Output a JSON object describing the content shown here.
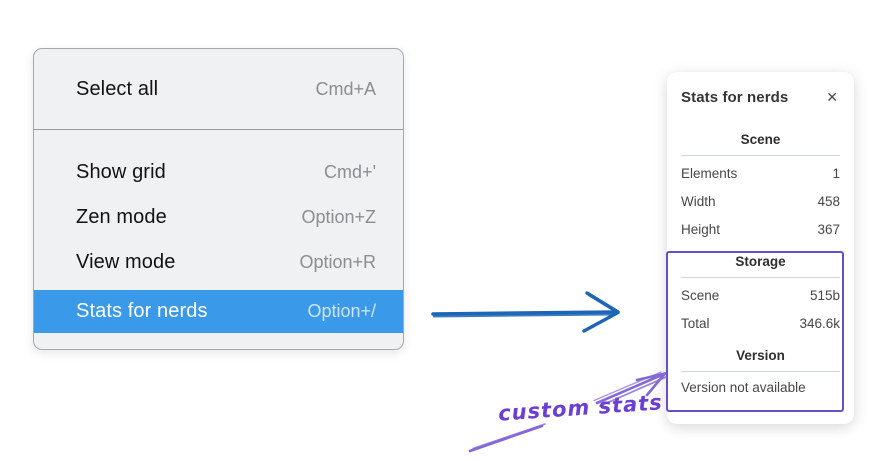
{
  "colors": {
    "menu_highlight": "#3b99ea",
    "menu_background": "#f0f1f2",
    "flow_arrow_blue": "#1d66b5",
    "annotation_purple": "#6b3fd4",
    "custom_box_purple": "#6a4ec8",
    "shortcut_gray": "#8b8e91"
  },
  "menu": {
    "items": [
      {
        "label": "Select all",
        "shortcut": "Cmd+A",
        "highlighted": false
      },
      {
        "label": "Show grid",
        "shortcut": "Cmd+'",
        "highlighted": false
      },
      {
        "label": "Zen mode",
        "shortcut": "Option+Z",
        "highlighted": false
      },
      {
        "label": "View mode",
        "shortcut": "Option+R",
        "highlighted": false
      },
      {
        "label": "Stats for nerds",
        "shortcut": "Option+/",
        "highlighted": true
      }
    ]
  },
  "stats_panel": {
    "title": "Stats for nerds",
    "close_icon": "✕",
    "scene": {
      "title": "Scene",
      "rows": [
        {
          "label": "Elements",
          "value": "1"
        },
        {
          "label": "Width",
          "value": "458"
        },
        {
          "label": "Height",
          "value": "367"
        }
      ]
    },
    "storage": {
      "title": "Storage",
      "rows": [
        {
          "label": "Scene",
          "value": "515b"
        },
        {
          "label": "Total",
          "value": "346.6k"
        }
      ]
    },
    "version": {
      "title": "Version",
      "note": "Version not available"
    }
  },
  "annotation": {
    "label": "custom stats"
  }
}
